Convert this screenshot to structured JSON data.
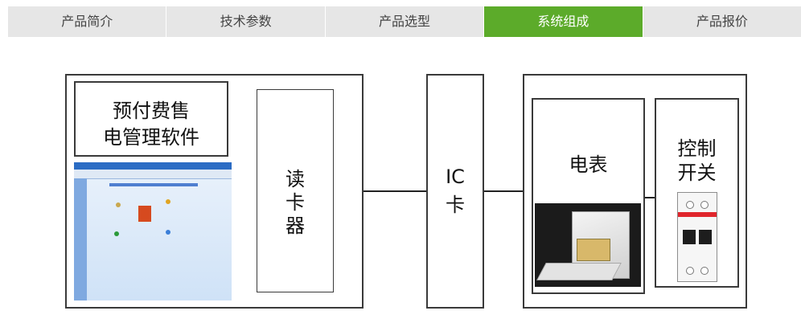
{
  "theme": {
    "tab_bg": "#e6e6e6",
    "tab_fg": "#444444",
    "tab_active_bg": "#5cab2a",
    "tab_active_fg": "#ffffff"
  },
  "tabs": [
    {
      "label": "产品简介",
      "active": false
    },
    {
      "label": "技术参数",
      "active": false
    },
    {
      "label": "产品选型",
      "active": false
    },
    {
      "label": "系统组成",
      "active": true
    },
    {
      "label": "产品报价",
      "active": false
    }
  ],
  "diagram": {
    "software": {
      "title_line1": "预付费售",
      "title_line2": "电管理软件"
    },
    "reader": {
      "line1": "读",
      "line2": "卡",
      "line3": "器"
    },
    "card": {
      "line1": "IC",
      "line2": "卡"
    },
    "meter": {
      "label": "电表"
    },
    "switch": {
      "line1": "控制",
      "line2": "开关"
    }
  }
}
